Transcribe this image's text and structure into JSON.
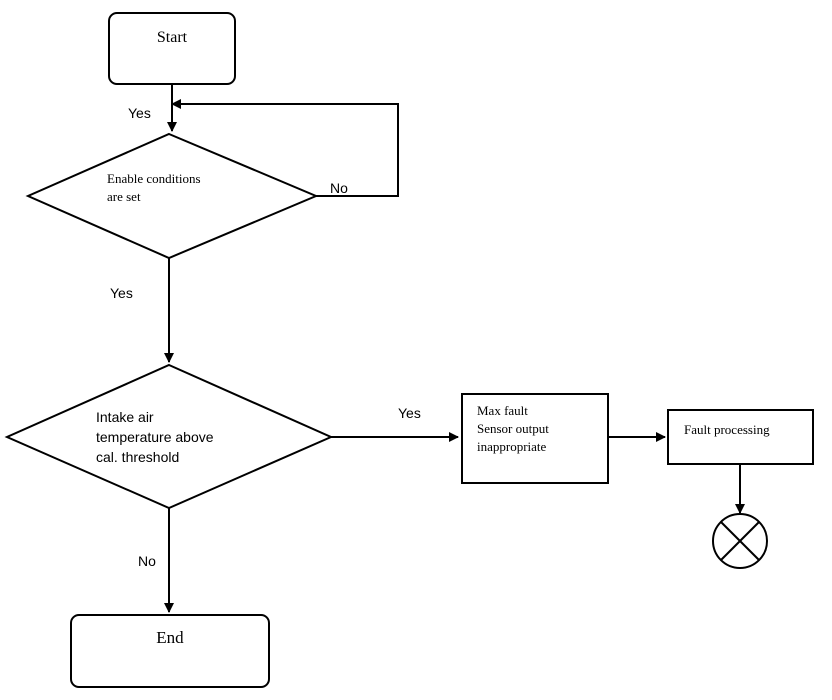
{
  "nodes": {
    "start": "Start",
    "enable_line1": "Enable conditions",
    "enable_line2": "are set",
    "intake_line1": "Intake air",
    "intake_line2": "temperature above",
    "intake_line3": "cal. threshold",
    "maxfault_line1": "Max fault",
    "maxfault_line2": "Sensor output",
    "maxfault_line3": "inappropriate",
    "fault_processing": "Fault processing",
    "end": "End"
  },
  "edges": {
    "start_yes": "Yes",
    "enable_no": "No",
    "enable_yes": "Yes",
    "intake_yes": "Yes",
    "intake_no": "No"
  },
  "colors": {
    "stroke": "#000000",
    "background": "#ffffff"
  }
}
